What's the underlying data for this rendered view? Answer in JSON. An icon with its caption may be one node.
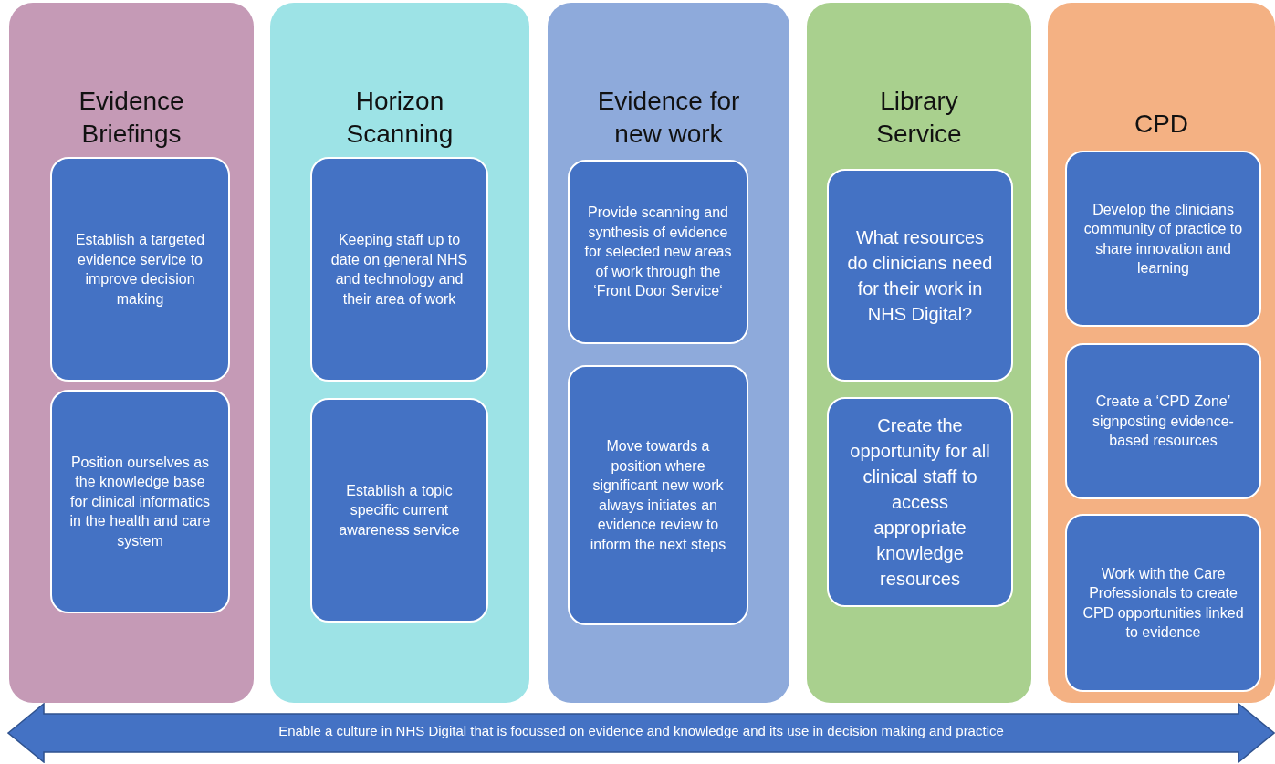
{
  "diagram": {
    "nodes": [
      {
        "text": [
          "Evidence Briefings"
        ]
      },
      {
        "text": [
          "Establish a targeted evidence service to improve decision making"
        ],
        "in": 0
      },
      {
        "text": [
          "Position ourselves as the knowledge base for clinical informatics in the health and care system"
        ],
        "in": 0
      },
      {
        "text": [
          "Horizon Scanning"
        ]
      },
      {
        "text": [
          "Keeping staff up to date on general NHS and technology and their area of work"
        ],
        "in": 3
      },
      {
        "text": [
          "Establish a topic specific current awareness service"
        ],
        "in": 3
      },
      {
        "text": [
          "Evidence for new work"
        ]
      },
      {
        "text": [
          "Provide scanning and synthesis of evidence for selected new areas of work through the ‘Front Door Service‘"
        ],
        "in": 6
      },
      {
        "text": [
          "Move towards a position where significant new work always initiates an evidence review to inform the next steps"
        ],
        "in": 6
      },
      {
        "text": [
          "Library Service"
        ]
      },
      {
        "text": [
          "What resources do clinicians need for their work in NHS Digital?"
        ],
        "in": 9
      },
      {
        "text": [
          "Create the opportunity for all clinical staff to access appropriate knowledge resources"
        ],
        "in": 9
      },
      {
        "text": [
          "CPD"
        ]
      },
      {
        "text": [
          "Develop the clinicians community of practice to share innovation and learning"
        ],
        "in": 12
      },
      {
        "text": [
          "Create a ‘CPD Zone’ signposting evidence-based resources"
        ],
        "in": 12
      },
      {
        "text": [
          "Work with the Care Professionals to create CPD opportunities linked to evidence"
        ],
        "in": 12
      },
      {
        "text": [
          "Enable a culture in NHS Digital that is focussed on evidence and knowledge and its use in decision making and practice"
        ]
      }
    ],
    "edges": []
  }
}
